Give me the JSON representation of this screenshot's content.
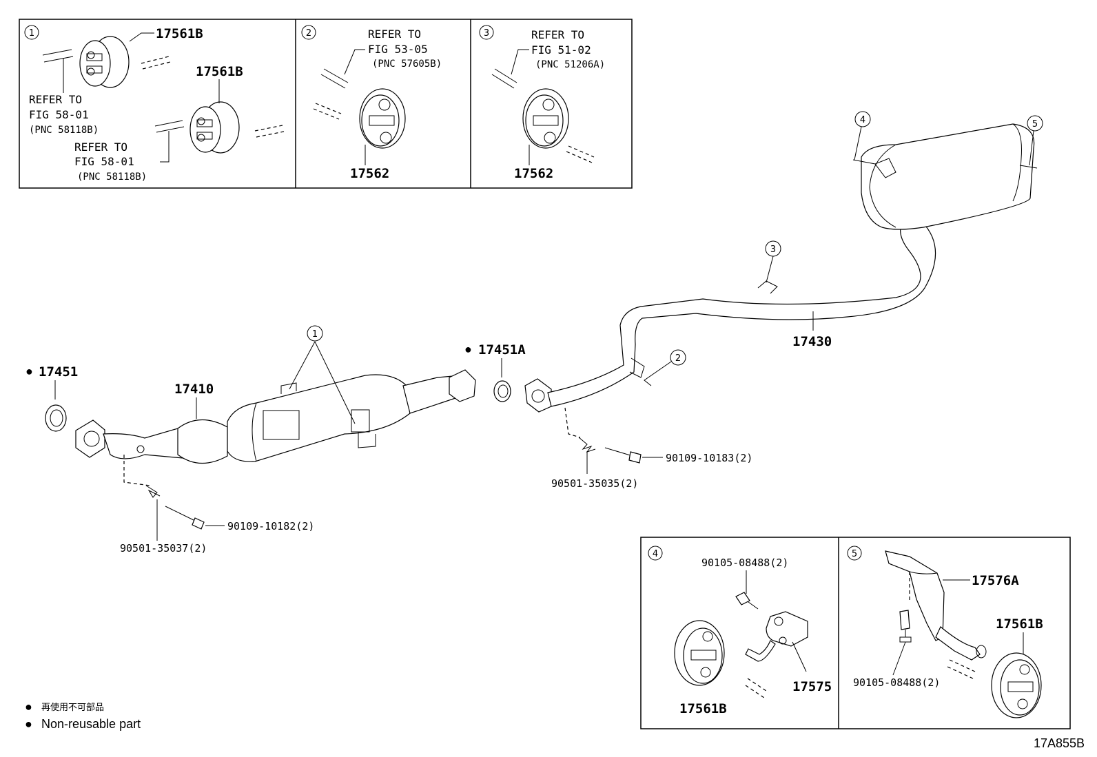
{
  "insets": {
    "inset1": {
      "number": "1",
      "label_top": "17561B",
      "label_mid": "17561B",
      "refer_a": [
        "REFER TO",
        "FIG 58-01",
        "(PNC 58118B)"
      ],
      "refer_b": [
        "REFER TO",
        "FIG 58-01",
        "(PNC 58118B)"
      ]
    },
    "inset2": {
      "number": "2",
      "refer": [
        "REFER TO",
        "FIG 53-05",
        "(PNC 57605B)"
      ],
      "part": "17562"
    },
    "inset3": {
      "number": "3",
      "refer": [
        "REFER TO",
        "FIG 51-02",
        "(PNC 51206A)"
      ],
      "part": "17562"
    },
    "inset4": {
      "number": "4",
      "bolt": "90105-08488(2)",
      "hanger": "17575",
      "insulator": "17561B"
    },
    "inset5": {
      "number": "5",
      "bracket": "17576A",
      "insulator": "17561B",
      "bolt": "90105-08488(2)"
    }
  },
  "main": {
    "gasket_front": "17451",
    "converter": "17410",
    "gasket_mid": "17451A",
    "tail_pipe": "17430",
    "bolt_front": "90109-10182(2)",
    "spring_front": "90501-35037(2)",
    "bolt_mid": "90109-10183(2)",
    "spring_mid": "90501-35035(2)",
    "callout_1": "1",
    "callout_2": "2",
    "callout_3": "3",
    "callout_4": "4",
    "callout_5": "5"
  },
  "legend": {
    "bullet": "●",
    "japanese": "再使用不可部品",
    "english": "Non-reusable part"
  },
  "figure_code": "17A855B"
}
